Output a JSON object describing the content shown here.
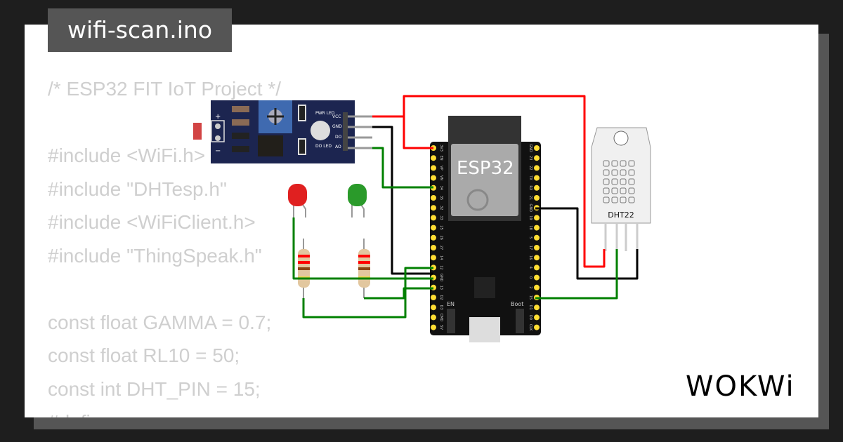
{
  "title": "wifi-scan.ino",
  "code_lines": [
    "/* ESP32 FIT IoT Project */",
    "",
    "#include <WiFi.h>",
    "#include \"DHTesp.h\"",
    "#include <WiFiClient.h>",
    "#include \"ThingSpeak.h\"",
    "",
    "const float GAMMA = 0.7;",
    "const float RL10 = 50;",
    "const int DHT_PIN = 15;",
    "#define ..."
  ],
  "components": {
    "esp32": {
      "label": "ESP32",
      "en_label": "EN",
      "boot_label": "Boot",
      "left_pins": [
        "3V3",
        "EN",
        "VP",
        "VN",
        "34",
        "35",
        "32",
        "33",
        "25",
        "26",
        "27",
        "14",
        "12",
        "GND",
        "13",
        "D2",
        "D3",
        "CMD",
        "5V"
      ],
      "right_pins": [
        "GND",
        "23",
        "22",
        "TX",
        "RX",
        "21",
        "GND",
        "19",
        "18",
        "5",
        "17",
        "16",
        "4",
        "0",
        "2",
        "15",
        "D1",
        "D0",
        "CLK"
      ]
    },
    "ldr_module": {
      "pins": [
        "VCC",
        "GND",
        "DO",
        "AO"
      ],
      "pwr_led": "PWR LED",
      "do_led": "DO LED",
      "plus": "+",
      "minus": "−"
    },
    "dht22": {
      "label": "DHT22"
    },
    "leds": [
      {
        "color": "#e02020"
      },
      {
        "color": "#2a9a2a"
      }
    ]
  },
  "wire_colors": {
    "power": "#ff0000",
    "ground": "#000000",
    "signal": "#008000"
  },
  "logo": "WOKWi"
}
